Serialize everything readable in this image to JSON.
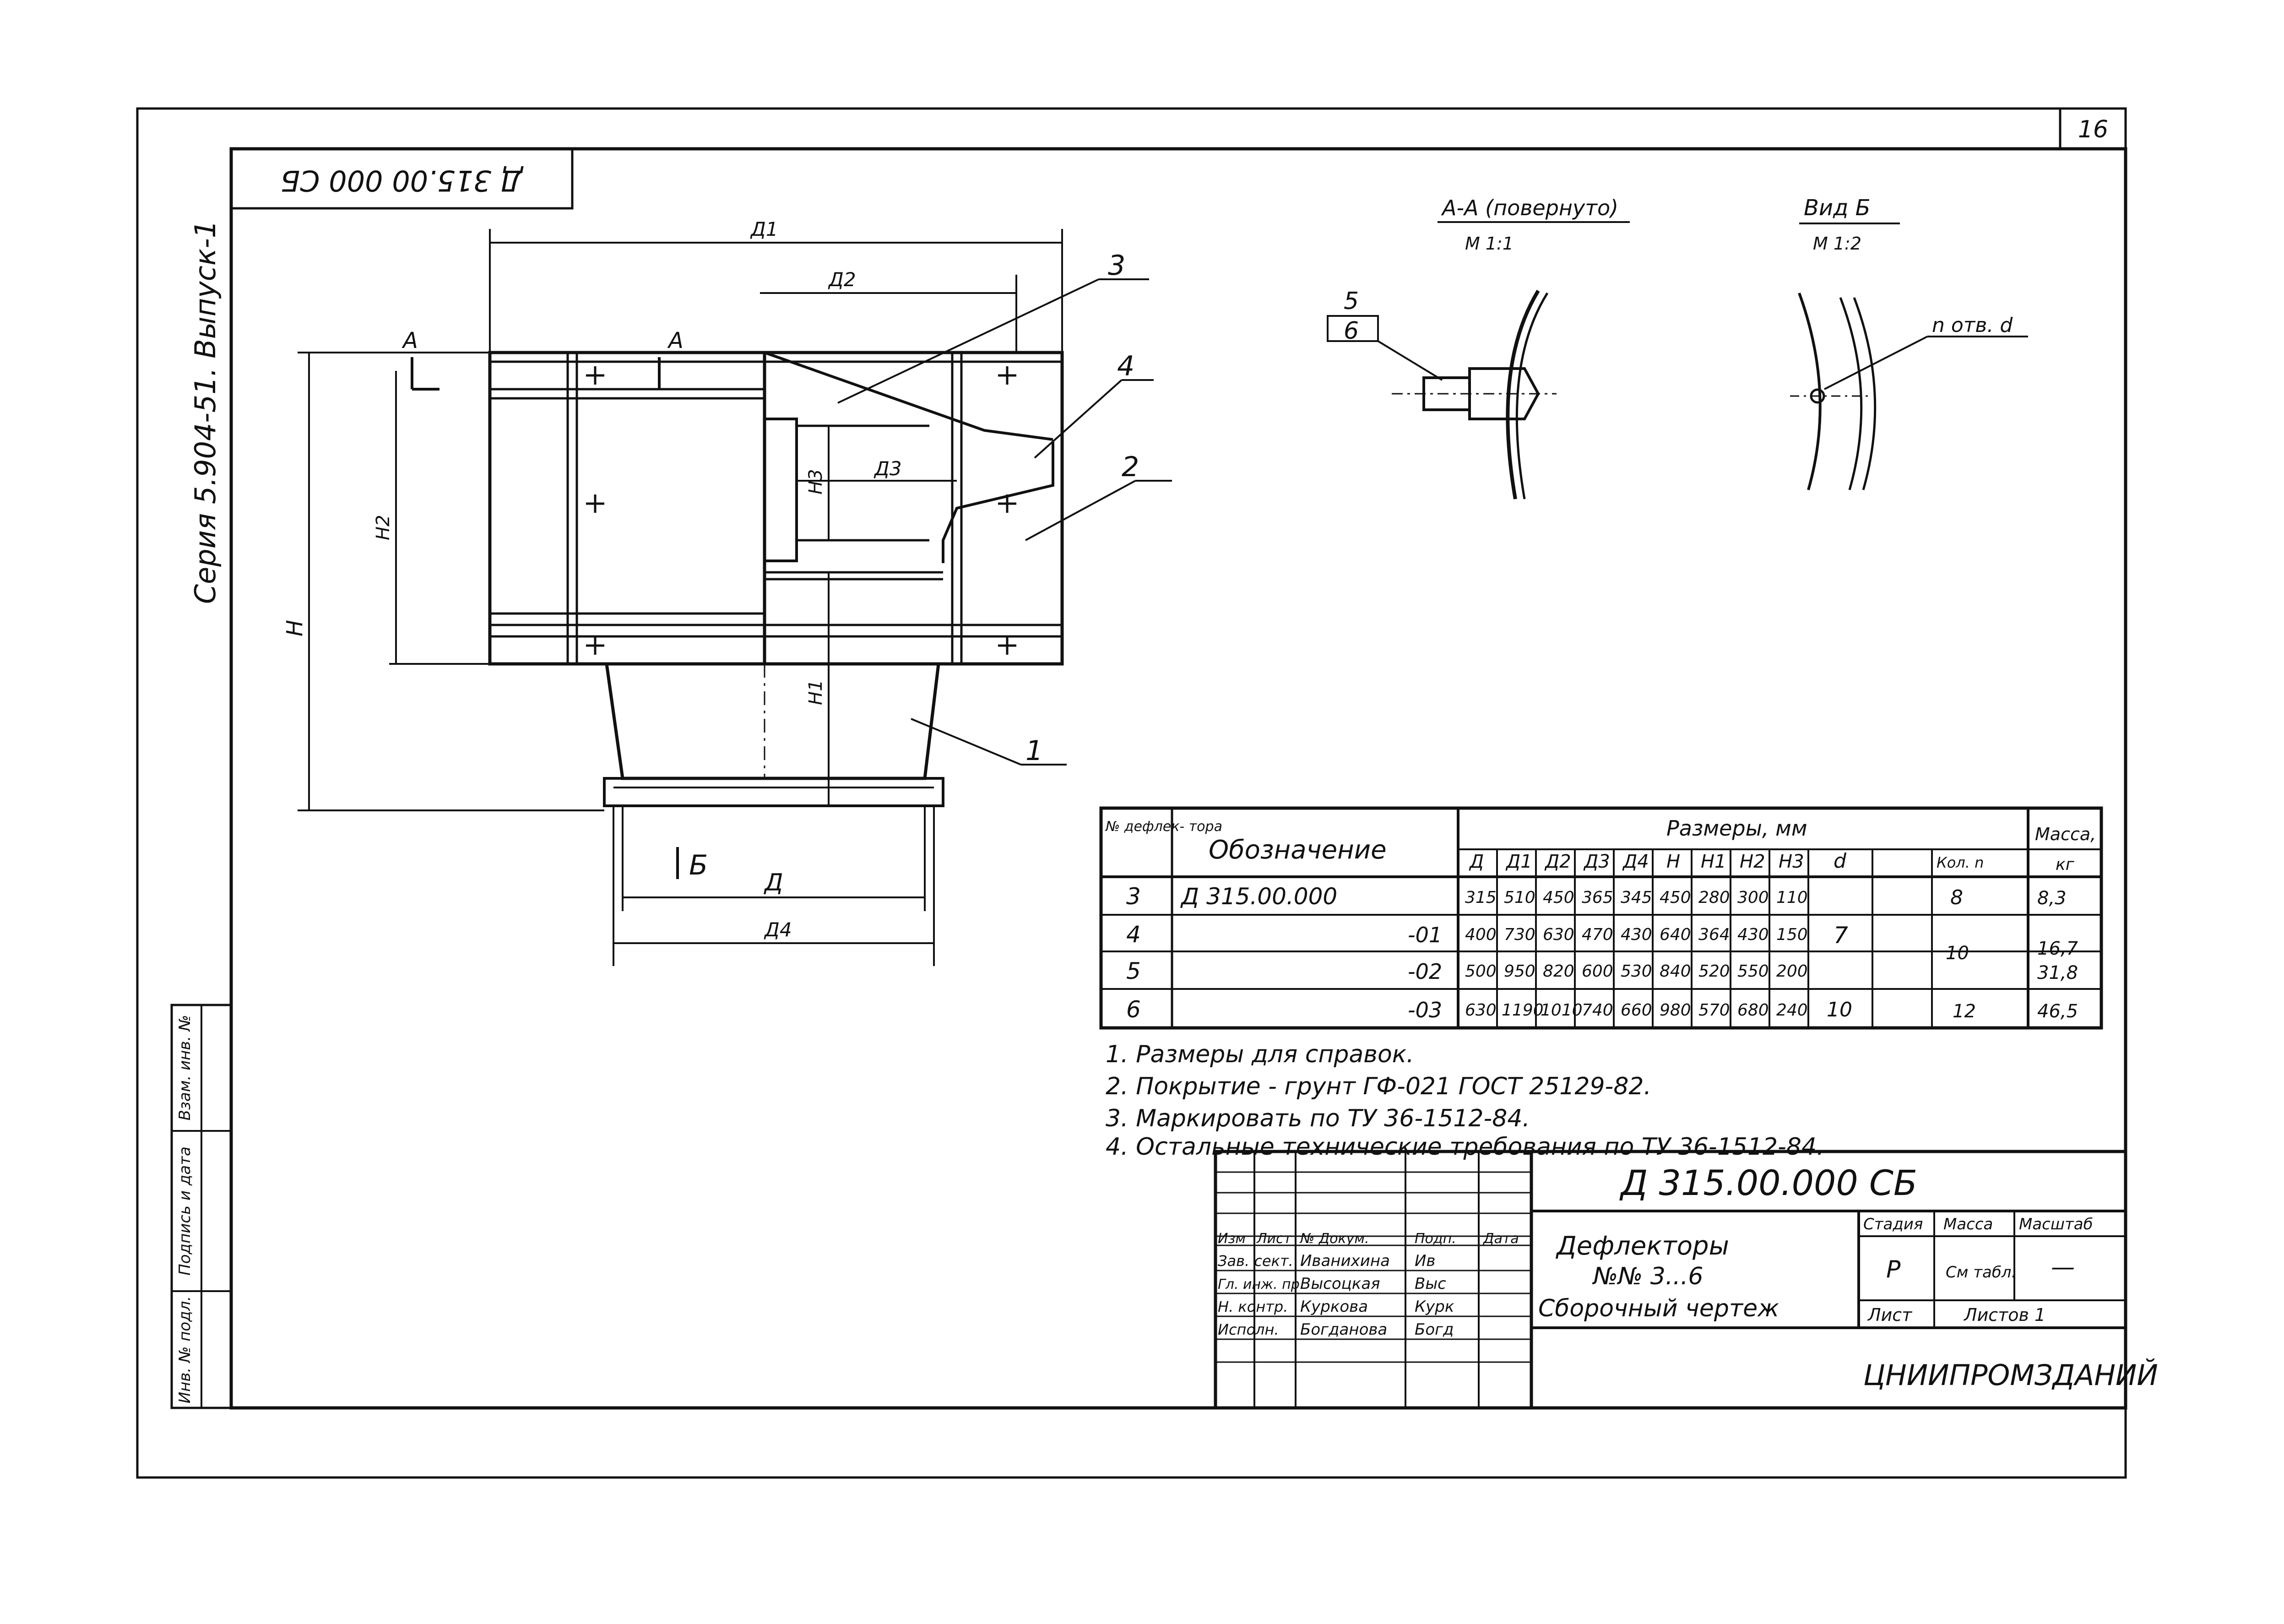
{
  "sheet": {
    "page_number": "16",
    "code_inverted": "Д 315.00 000 СБ",
    "series_vertical": "Серия 5.904-51. Выпуск-1"
  },
  "views": {
    "section_aa": "А-А (повернуто)",
    "section_aa_scale": "М 1:1",
    "view_b": "Вид Б",
    "view_b_scale": "М 1:2",
    "callout_top": "5",
    "callout_bottom": "6",
    "holes_label": "n отв. d"
  },
  "main_view": {
    "dim_d1": "Д1",
    "dim_d2": "Д2",
    "dim_d3": "Д3",
    "dim_d": "Д",
    "dim_d4": "Д4",
    "dim_h": "H",
    "dim_h1": "H1",
    "dim_h2": "H2",
    "dim_h3": "H3",
    "section_letter": "А",
    "view_letter": "Б",
    "pos1": "1",
    "pos2": "2",
    "pos3": "3",
    "pos4": "4"
  },
  "table": {
    "col_num": "№ дефлек- тора",
    "col_designation": "Обозначение",
    "col_sizes": "Размеры, мм",
    "col_mass": "Масса,",
    "col_mass_unit": "кг",
    "sub_headers": [
      "Д",
      "Д1",
      "Д2",
      "Д3",
      "Д4",
      "H",
      "H1",
      "H2",
      "H3",
      "d",
      "Кол. n"
    ],
    "rows": [
      {
        "num": "3",
        "designation": "Д 315.00.000",
        "values": [
          "315",
          "510",
          "450",
          "365",
          "345",
          "450",
          "280",
          "300",
          "110"
        ],
        "d": "7",
        "n": "8",
        "mass": "8,3"
      },
      {
        "num": "4",
        "designation": "-01",
        "values": [
          "400",
          "730",
          "630",
          "470",
          "430",
          "640",
          "364",
          "430",
          "150"
        ],
        "d": "",
        "n": "10",
        "mass": "16,7"
      },
      {
        "num": "5",
        "designation": "-02",
        "values": [
          "500",
          "950",
          "820",
          "600",
          "530",
          "840",
          "520",
          "550",
          "200"
        ],
        "d": "",
        "n": "",
        "mass": "31,8"
      },
      {
        "num": "6",
        "designation": "-03",
        "values": [
          "630",
          "1190",
          "1010",
          "740",
          "660",
          "980",
          "570",
          "680",
          "240"
        ],
        "d": "10",
        "n": "12",
        "mass": "46,5"
      }
    ]
  },
  "notes": [
    "1. Размеры для справок.",
    "2. Покрытие - грунт ГФ-021 ГОСТ 25129-82.",
    "3. Маркировать по ТУ 36-1512-84.",
    "4. Остальные технические требования по ТУ 36-1512-84."
  ],
  "title_block": {
    "code": "Д 315.00.000 СБ",
    "name_line1": "Дефлекторы",
    "name_line2": "№№ 3...6",
    "name_line3": "Сборочный чертеж",
    "stage_header": "Стадия",
    "mass_header": "Масса",
    "scale_header": "Масштаб",
    "stage_value": "Р",
    "mass_value": "См табл.",
    "scale_value": "—",
    "sheet_label": "Лист",
    "sheets_label": "Листов 1",
    "org": "ЦНИИПРОМЗДАНИЙ",
    "hdr_change": "Изм",
    "hdr_list": "Лист",
    "hdr_doc": "№ Докум.",
    "hdr_sign": "Подп.",
    "hdr_date": "Дата",
    "roles": [
      {
        "role": "Зав. сект.",
        "name": "Иванихина",
        "sign": "Ив"
      },
      {
        "role": "Гл. инж. пр.",
        "name": "Высоцкая",
        "sign": "Выс"
      },
      {
        "role": "Н. контр.",
        "name": "Куркова",
        "sign": "Курк"
      },
      {
        "role": "Исполн.",
        "name": "Богданова",
        "sign": "Богд"
      }
    ]
  },
  "side_stamp": {
    "inv_orig": "Инв. № подл.",
    "sign_date": "Подпись и дата",
    "inv_replace": "Взам. инв. №"
  }
}
